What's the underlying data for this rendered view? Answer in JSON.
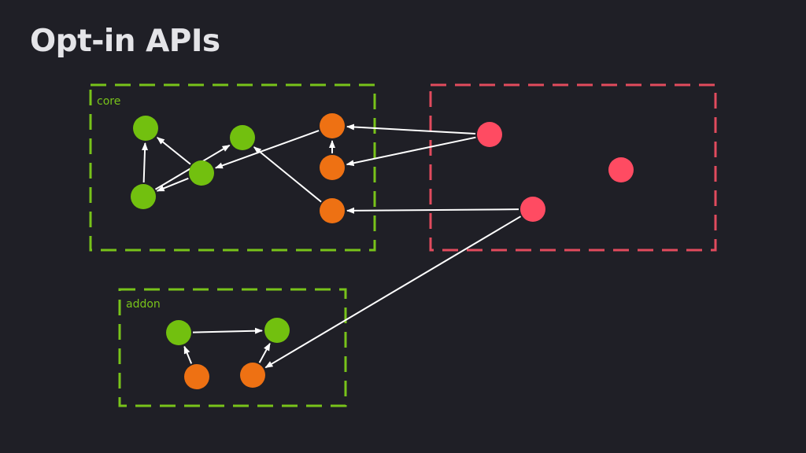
{
  "title": "Opt-in APIs",
  "colors": {
    "background": "#1f1f26",
    "green": "#72c00f",
    "orange": "#ee7113",
    "red": "#ff4b62",
    "box_green": "#78c31a",
    "box_red": "#e24b5d",
    "arrow": "#ffffff",
    "title": "#e4e4e8"
  },
  "boxes": [
    {
      "id": "core",
      "label": "core",
      "color": "green"
    },
    {
      "id": "addon",
      "label": "addon",
      "color": "green"
    },
    {
      "id": "external",
      "label": "",
      "color": "red"
    }
  ],
  "nodes": [
    {
      "id": "core-g1",
      "group": "core",
      "color": "green"
    },
    {
      "id": "core-g2",
      "group": "core",
      "color": "green"
    },
    {
      "id": "core-g3",
      "group": "core",
      "color": "green"
    },
    {
      "id": "core-g4",
      "group": "core",
      "color": "green"
    },
    {
      "id": "core-o1",
      "group": "core",
      "color": "orange"
    },
    {
      "id": "core-o2",
      "group": "core",
      "color": "orange"
    },
    {
      "id": "core-o3",
      "group": "core",
      "color": "orange"
    },
    {
      "id": "ext-r1",
      "group": "external",
      "color": "red"
    },
    {
      "id": "ext-r2",
      "group": "external",
      "color": "red"
    },
    {
      "id": "ext-r3",
      "group": "external",
      "color": "red"
    },
    {
      "id": "addon-g1",
      "group": "addon",
      "color": "green"
    },
    {
      "id": "addon-g2",
      "group": "addon",
      "color": "green"
    },
    {
      "id": "addon-o1",
      "group": "addon",
      "color": "orange"
    },
    {
      "id": "addon-o2",
      "group": "addon",
      "color": "orange"
    }
  ],
  "edges": [
    {
      "from": "core-g3",
      "to": "core-g1"
    },
    {
      "from": "core-g4",
      "to": "core-g1"
    },
    {
      "from": "core-g3",
      "to": "core-g4"
    },
    {
      "from": "core-g4",
      "to": "core-g2"
    },
    {
      "from": "core-o1",
      "to": "core-g3"
    },
    {
      "from": "core-o2",
      "to": "core-o1"
    },
    {
      "from": "core-o3",
      "to": "core-g2"
    },
    {
      "from": "ext-r1",
      "to": "core-o1"
    },
    {
      "from": "ext-r1",
      "to": "core-o2"
    },
    {
      "from": "ext-r2",
      "to": "core-o3"
    },
    {
      "from": "ext-r2",
      "to": "addon-o2"
    },
    {
      "from": "addon-g1",
      "to": "addon-g2"
    },
    {
      "from": "addon-o1",
      "to": "addon-g1"
    },
    {
      "from": "addon-o2",
      "to": "addon-g2"
    }
  ]
}
